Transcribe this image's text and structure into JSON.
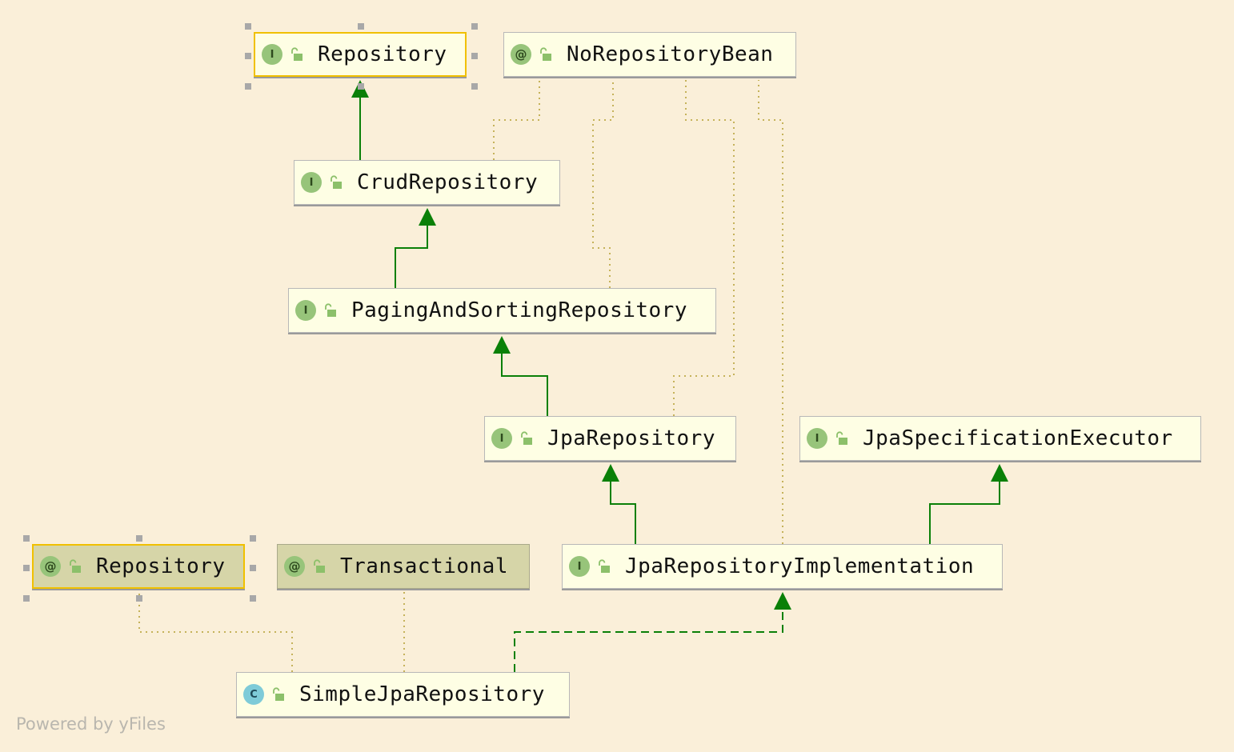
{
  "diagram": {
    "nodes": [
      {
        "id": "repository-interface",
        "kind": "interface",
        "kind_glyph": "I",
        "label": "Repository",
        "selected": true
      },
      {
        "id": "no-repository-bean",
        "kind": "annotation",
        "kind_glyph": "@",
        "label": "NoRepositoryBean"
      },
      {
        "id": "crud-repository",
        "kind": "interface",
        "kind_glyph": "I",
        "label": "CrudRepository"
      },
      {
        "id": "paging-and-sorting-repository",
        "kind": "interface",
        "kind_glyph": "I",
        "label": "PagingAndSortingRepository"
      },
      {
        "id": "jpa-repository",
        "kind": "interface",
        "kind_glyph": "I",
        "label": "JpaRepository"
      },
      {
        "id": "jpa-specification-executor",
        "kind": "interface",
        "kind_glyph": "I",
        "label": "JpaSpecificationExecutor"
      },
      {
        "id": "repository-annotation",
        "kind": "annotation",
        "kind_glyph": "@",
        "label": "Repository",
        "selected": true
      },
      {
        "id": "transactional-annotation",
        "kind": "annotation",
        "kind_glyph": "@",
        "label": "Transactional"
      },
      {
        "id": "jpa-repository-implementation",
        "kind": "interface",
        "kind_glyph": "I",
        "label": "JpaRepositoryImplementation"
      },
      {
        "id": "simple-jpa-repository",
        "kind": "class",
        "kind_glyph": "C",
        "label": "SimpleJpaRepository"
      }
    ],
    "edges": [
      {
        "from": "crud-repository",
        "to": "repository-interface",
        "type": "extends"
      },
      {
        "from": "paging-and-sorting-repository",
        "to": "crud-repository",
        "type": "extends"
      },
      {
        "from": "jpa-repository",
        "to": "paging-and-sorting-repository",
        "type": "extends"
      },
      {
        "from": "jpa-repository-implementation",
        "to": "jpa-repository",
        "type": "extends"
      },
      {
        "from": "jpa-repository-implementation",
        "to": "jpa-specification-executor",
        "type": "extends"
      },
      {
        "from": "simple-jpa-repository",
        "to": "jpa-repository-implementation",
        "type": "implements"
      },
      {
        "from": "crud-repository",
        "to": "no-repository-bean",
        "type": "annotated-by"
      },
      {
        "from": "paging-and-sorting-repository",
        "to": "no-repository-bean",
        "type": "annotated-by"
      },
      {
        "from": "jpa-repository",
        "to": "no-repository-bean",
        "type": "annotated-by"
      },
      {
        "from": "jpa-repository-implementation",
        "to": "no-repository-bean",
        "type": "annotated-by"
      },
      {
        "from": "simple-jpa-repository",
        "to": "repository-annotation",
        "type": "annotated-by"
      },
      {
        "from": "simple-jpa-repository",
        "to": "transactional-annotation",
        "type": "annotated-by"
      }
    ],
    "colors": {
      "background": "#faefd9",
      "inheritance_edge": "#0a8008",
      "annotation_edge": "#c5b25a",
      "selection_border": "#f0c000"
    }
  },
  "footer": {
    "text": "Powered by yFiles"
  }
}
